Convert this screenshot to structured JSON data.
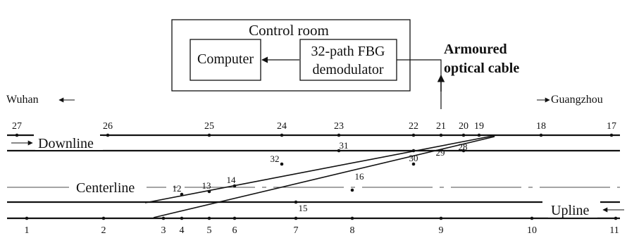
{
  "control_room": {
    "title": "Control room",
    "computer": "Computer",
    "demodulator": [
      "32-path FBG",
      "demodulator"
    ]
  },
  "cable_label": [
    "Armoured",
    "optical cable"
  ],
  "directions": {
    "west": "Wuhan",
    "east": "Guangzhou"
  },
  "track_labels": {
    "downline": "Downline",
    "centerline": "Centerline",
    "upline": "Upline"
  },
  "sensors": {
    "downline": [
      "27",
      "26",
      "25",
      "24",
      "23",
      "22",
      "21",
      "20",
      "19",
      "18",
      "17"
    ],
    "crossover_a": [
      "31",
      "29",
      "28"
    ],
    "crossover_b": [
      "32",
      "30"
    ],
    "crossover_c": [
      "14",
      "16"
    ],
    "mid_upline": [
      "12",
      "13",
      "15"
    ],
    "upline": [
      "1",
      "2",
      "3",
      "4",
      "5",
      "6",
      "7",
      "8",
      "9",
      "10",
      "11"
    ]
  },
  "colors": {
    "ink": "#111111",
    "background": "#ffffff"
  }
}
